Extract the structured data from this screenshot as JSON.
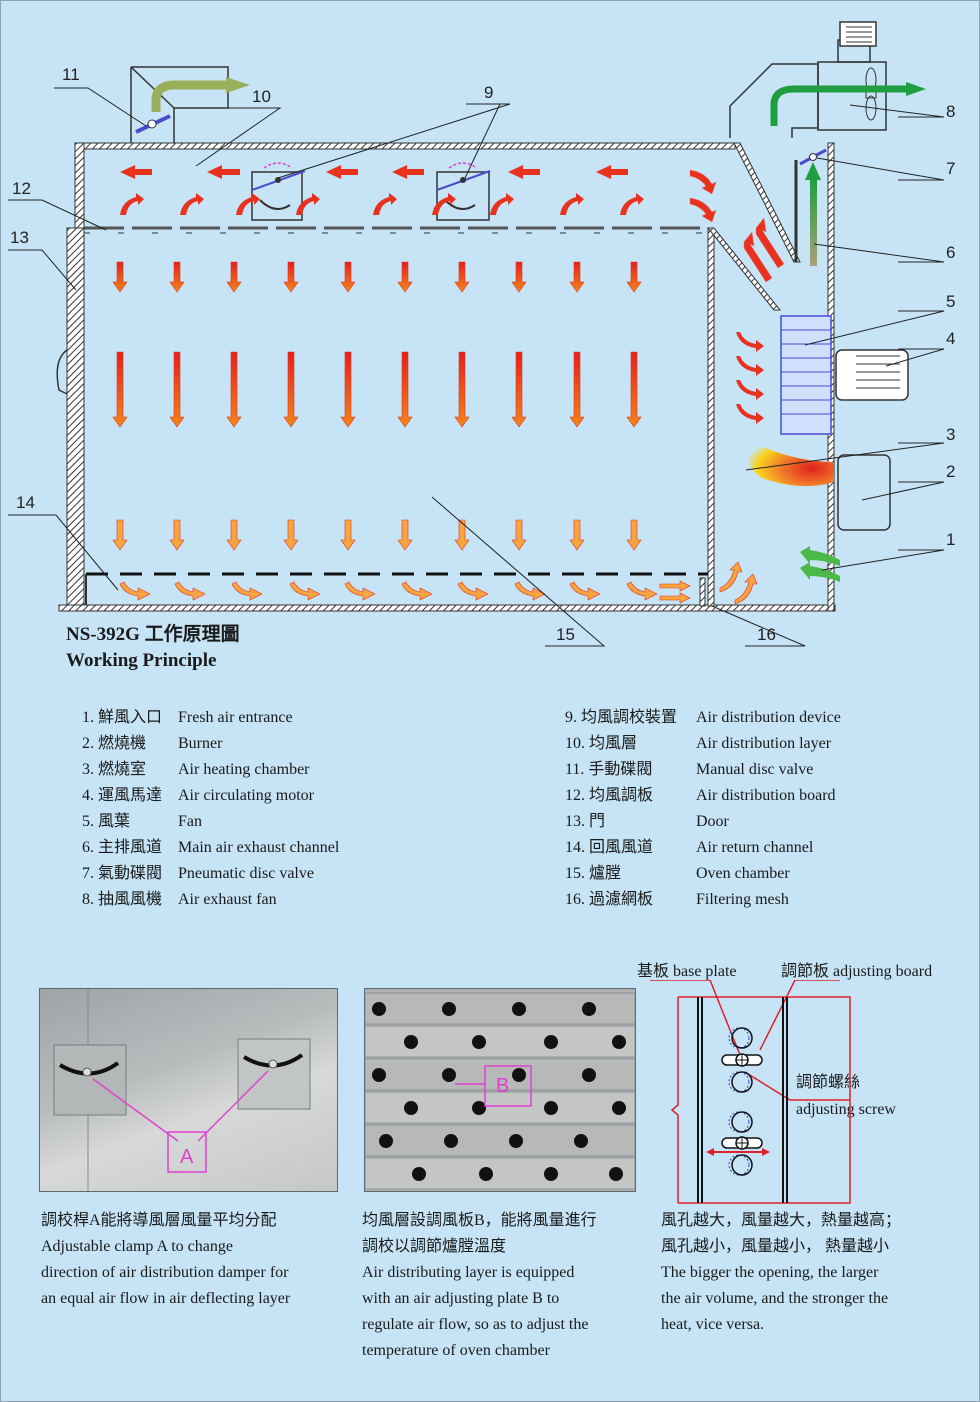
{
  "diagram": {
    "callout_numbers": [
      "1",
      "2",
      "3",
      "4",
      "5",
      "6",
      "7",
      "8",
      "9",
      "10",
      "11",
      "12",
      "13",
      "14",
      "15",
      "16"
    ],
    "colors": {
      "background": "#c6e4f6",
      "hot_air_arrow": "#e8321e",
      "warm_air_arrow": "#f7a441",
      "exhaust_arrow": "#1e9e3e",
      "fresh_air_arrow": "#4bb848",
      "intake_arrow": "#9aaf5a",
      "damper": "#4a4ad0",
      "annotation_magenta": "#e040d0"
    }
  },
  "heading": {
    "model_title": "NS-392G 工作原理圖",
    "subtitle": "Working Principle"
  },
  "legend": {
    "left": [
      {
        "num": "1.",
        "zh": "鮮風入口",
        "en": "Fresh air entrance"
      },
      {
        "num": "2.",
        "zh": "燃燒機",
        "en": "Burner"
      },
      {
        "num": "3.",
        "zh": "燃燒室",
        "en": "Air heating chamber"
      },
      {
        "num": "4.",
        "zh": "運風馬達",
        "en": "Air circulating motor"
      },
      {
        "num": "5.",
        "zh": "風葉",
        "en": "Fan"
      },
      {
        "num": "6.",
        "zh": "主排風道",
        "en": "Main air exhaust channel"
      },
      {
        "num": "7.",
        "zh": "氣動碟閥",
        "en": "Pneumatic disc valve"
      },
      {
        "num": "8.",
        "zh": "抽風風機",
        "en": "Air exhaust fan"
      }
    ],
    "right": [
      {
        "num": "9.",
        "zh": "均風調校裝置",
        "en": "Air distribution device"
      },
      {
        "num": "10.",
        "zh": "均風層",
        "en": "Air distribution layer"
      },
      {
        "num": "11.",
        "zh": "手動碟閥",
        "en": "Manual disc valve"
      },
      {
        "num": "12.",
        "zh": "均風調板",
        "en": "Air distribution board"
      },
      {
        "num": "13.",
        "zh": "門",
        "en": "Door"
      },
      {
        "num": "14.",
        "zh": "回風風道",
        "en": "Air return channel"
      },
      {
        "num": "15.",
        "zh": "爐膛",
        "en": "Oven chamber"
      },
      {
        "num": "16.",
        "zh": "過濾網板",
        "en": "Filtering mesh"
      }
    ]
  },
  "photos": {
    "a_label": "A",
    "b_label": "B"
  },
  "detail": {
    "base_plate": "基板 base plate",
    "adjusting_board": "調節板 adjusting board",
    "adjusting_screw_zh": "調節螺絲",
    "adjusting_screw_en": "adjusting screw"
  },
  "captions": {
    "a": {
      "zh": "調校桿A能將導風層風量平均分配",
      "en": [
        "Adjustable clamp A to change",
        "direction of air distribution damper for",
        "an equal air flow in air deflecting layer"
      ]
    },
    "b": {
      "zh": [
        "均風層設調風板B，能將風量進行",
        "調校以調節爐膛溫度"
      ],
      "en": [
        "Air distributing layer is equipped",
        "with an air adjusting plate B to",
        "regulate air flow, so as to adjust the",
        "temperature of oven chamber"
      ]
    },
    "c": {
      "zh": [
        "風孔越大，風量越大，熱量越高；",
        "風孔越小，風量越小， 熱量越小"
      ],
      "en": [
        "The bigger the opening, the larger",
        "the air volume, and the stronger the",
        "heat, vice versa."
      ]
    }
  }
}
